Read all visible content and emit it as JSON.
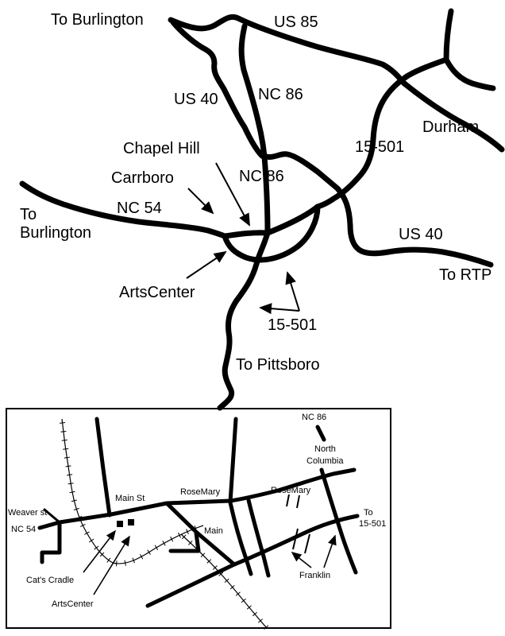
{
  "colors": {
    "road": "#000000",
    "background": "#ffffff"
  },
  "main_map": {
    "labels": {
      "to_burlington_nw": "To Burlington",
      "us_85": "US 85",
      "us_40_north": "US 40",
      "nc_86_north": "NC 86",
      "durham": "Durham",
      "r15_501_north": "15-501",
      "chapel_hill": "Chapel Hill",
      "carrboro": "Carrboro",
      "nc_86_south": "NC 86",
      "nc_54": "NC 54",
      "to_west_line1": "To",
      "to_west_line2": "Burlington",
      "us_40_east": "US 40",
      "artscenter": "ArtsCenter",
      "to_rtp": "To RTP",
      "r15_501_south": "15-501",
      "to_pittsboro": "To Pittsboro"
    }
  },
  "inset_map": {
    "labels": {
      "nc_86": "NC 86",
      "north_columbia_line1": "North",
      "north_columbia_line2": "Columbia",
      "rosemary_west": "RoseMary",
      "rosemary_east": "RoseMary",
      "main_st": "Main St",
      "weaver_st": "Weaver st",
      "nc_54": "NC 54",
      "main": "Main",
      "to_15_501_line1": "To",
      "to_15_501_line2": "15-501",
      "franklin": "Franklin",
      "cats_cradle": "Cat's Cradle",
      "artscenter": "ArtsCenter"
    }
  }
}
